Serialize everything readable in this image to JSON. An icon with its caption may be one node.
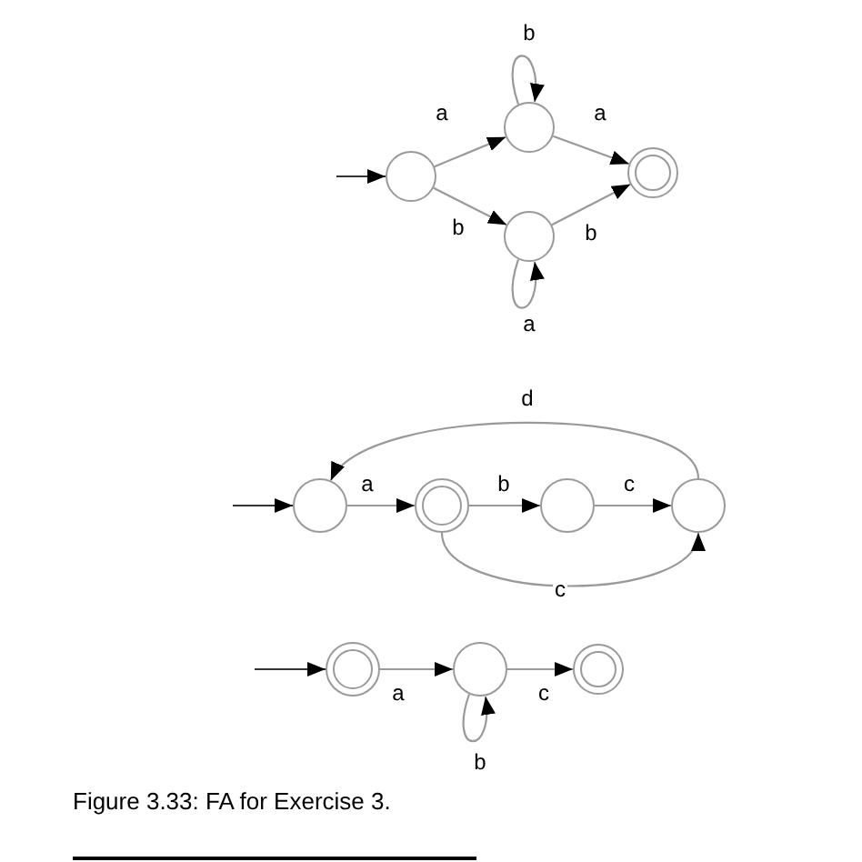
{
  "diagram": {
    "caption": "Figure 3.33: FA for Exercise 3.",
    "nodes": [
      {
        "text": [],
        "shape": "circle"
      },
      {
        "text": [],
        "shape": "circle"
      },
      {
        "text": [],
        "shape": "circle"
      },
      {
        "text": [],
        "shape": "doublecircle"
      },
      {
        "text": [],
        "shape": "circle"
      },
      {
        "text": [],
        "shape": "doublecircle"
      },
      {
        "text": [],
        "shape": "circle"
      },
      {
        "text": [],
        "shape": "circle"
      },
      {
        "text": [],
        "shape": "doublecircle"
      },
      {
        "text": [],
        "shape": "circle"
      },
      {
        "text": [],
        "shape": "doublecircle"
      }
    ],
    "edges": [
      {
        "from": null,
        "to": 0,
        "arrow": "to",
        "color": "#333333"
      },
      {
        "from": 0,
        "to": 1,
        "arrow": "to",
        "label": "a"
      },
      {
        "from": 0,
        "to": 2,
        "arrow": "to",
        "label": "b"
      },
      {
        "from": 1,
        "to": 1,
        "arrow": "to",
        "label": "b"
      },
      {
        "from": 1,
        "to": 3,
        "arrow": "to",
        "label": "a"
      },
      {
        "from": 2,
        "to": 2,
        "arrow": "to",
        "label": "a"
      },
      {
        "from": 2,
        "to": 3,
        "arrow": "to",
        "label": "b"
      },
      {
        "from": null,
        "to": 4,
        "arrow": "to",
        "color": "#333333"
      },
      {
        "from": 4,
        "to": 5,
        "arrow": "to",
        "label": "a"
      },
      {
        "from": 5,
        "to": 6,
        "arrow": "to",
        "label": "b"
      },
      {
        "from": 6,
        "to": 7,
        "arrow": "to",
        "label": "c"
      },
      {
        "from": 7,
        "to": 4,
        "arrow": "to",
        "label": "d"
      },
      {
        "from": 5,
        "to": 7,
        "arrow": "to",
        "label": "c"
      },
      {
        "from": null,
        "to": 8,
        "arrow": "to",
        "color": "#333333"
      },
      {
        "from": 8,
        "to": 9,
        "arrow": "to",
        "label": "a"
      },
      {
        "from": 9,
        "to": 9,
        "arrow": "to",
        "label": "b"
      },
      {
        "from": 9,
        "to": 10,
        "arrow": "to",
        "label": "c"
      }
    ]
  }
}
